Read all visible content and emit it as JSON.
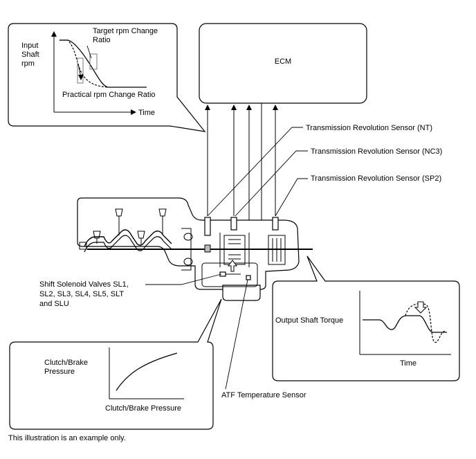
{
  "ecm": {
    "label": "ECM"
  },
  "rpm_graph": {
    "y_label_lines": [
      "Input",
      "Shaft",
      "rpm"
    ],
    "target_lines": [
      "Target rpm Change",
      "Ratio"
    ],
    "practical_label": "Practical rpm Change Ratio",
    "x_label": "Time"
  },
  "sensors": {
    "nt": "Transmission Revolution Sensor (NT)",
    "nc3": "Transmission Revolution Sensor (NC3)",
    "sp2": "Transmission Revolution Sensor (SP2)",
    "atf": "ATF Temperature Sensor"
  },
  "solenoid_lines": [
    "Shift Solenoid Valves SL1,",
    "SL2, SL3, SL4, SL5, SLT",
    "and SLU"
  ],
  "torque_graph": {
    "y_label": "Output Shaft Torque",
    "x_label": "Time"
  },
  "pressure_graph": {
    "y_label_lines": [
      "Clutch/Brake",
      "Pressure"
    ],
    "x_label": "Clutch/Brake Pressure"
  },
  "footer_note": "This illustration is an example only."
}
